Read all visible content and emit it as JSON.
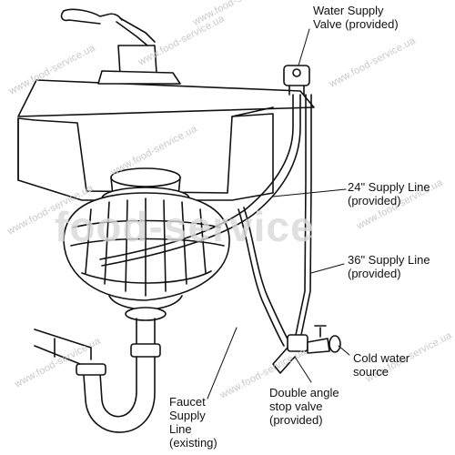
{
  "labels": {
    "water_supply_valve": "Water Supply\nValve (provided)",
    "supply_line_24": "24\" Supply Line\n(provided)",
    "supply_line_36": "36\" Supply Line\n(provided)",
    "cold_water_source": "Cold water\nsource",
    "faucet_supply_line": "Faucet\nSupply\nLine\n(existing)",
    "double_angle_valve": "Double angle\nstop valve\n(provided)"
  },
  "watermark": {
    "big": "food-service",
    "small": "www.food-service.ua"
  },
  "colors": {
    "line": "#111111",
    "watermark": "#c8c8c8"
  }
}
